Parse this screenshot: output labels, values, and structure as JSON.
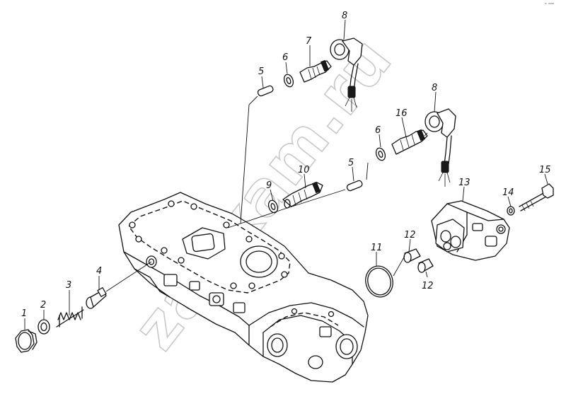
{
  "watermark": "zapkam.ru",
  "corner_mark": "ᵇʳ ⁰⁰⁰⁸",
  "callouts": {
    "c1": "1",
    "c2": "2",
    "c3": "3",
    "c4": "4",
    "c5a": "5",
    "c5b": "5",
    "c6a": "6",
    "c6b": "6",
    "c7": "7",
    "c8a": "8",
    "c8b": "8",
    "c9": "9",
    "c10": "10",
    "c11": "11",
    "c12a": "12",
    "c12b": "12",
    "c13": "13",
    "c14": "14",
    "c15": "15",
    "c16": "16"
  }
}
